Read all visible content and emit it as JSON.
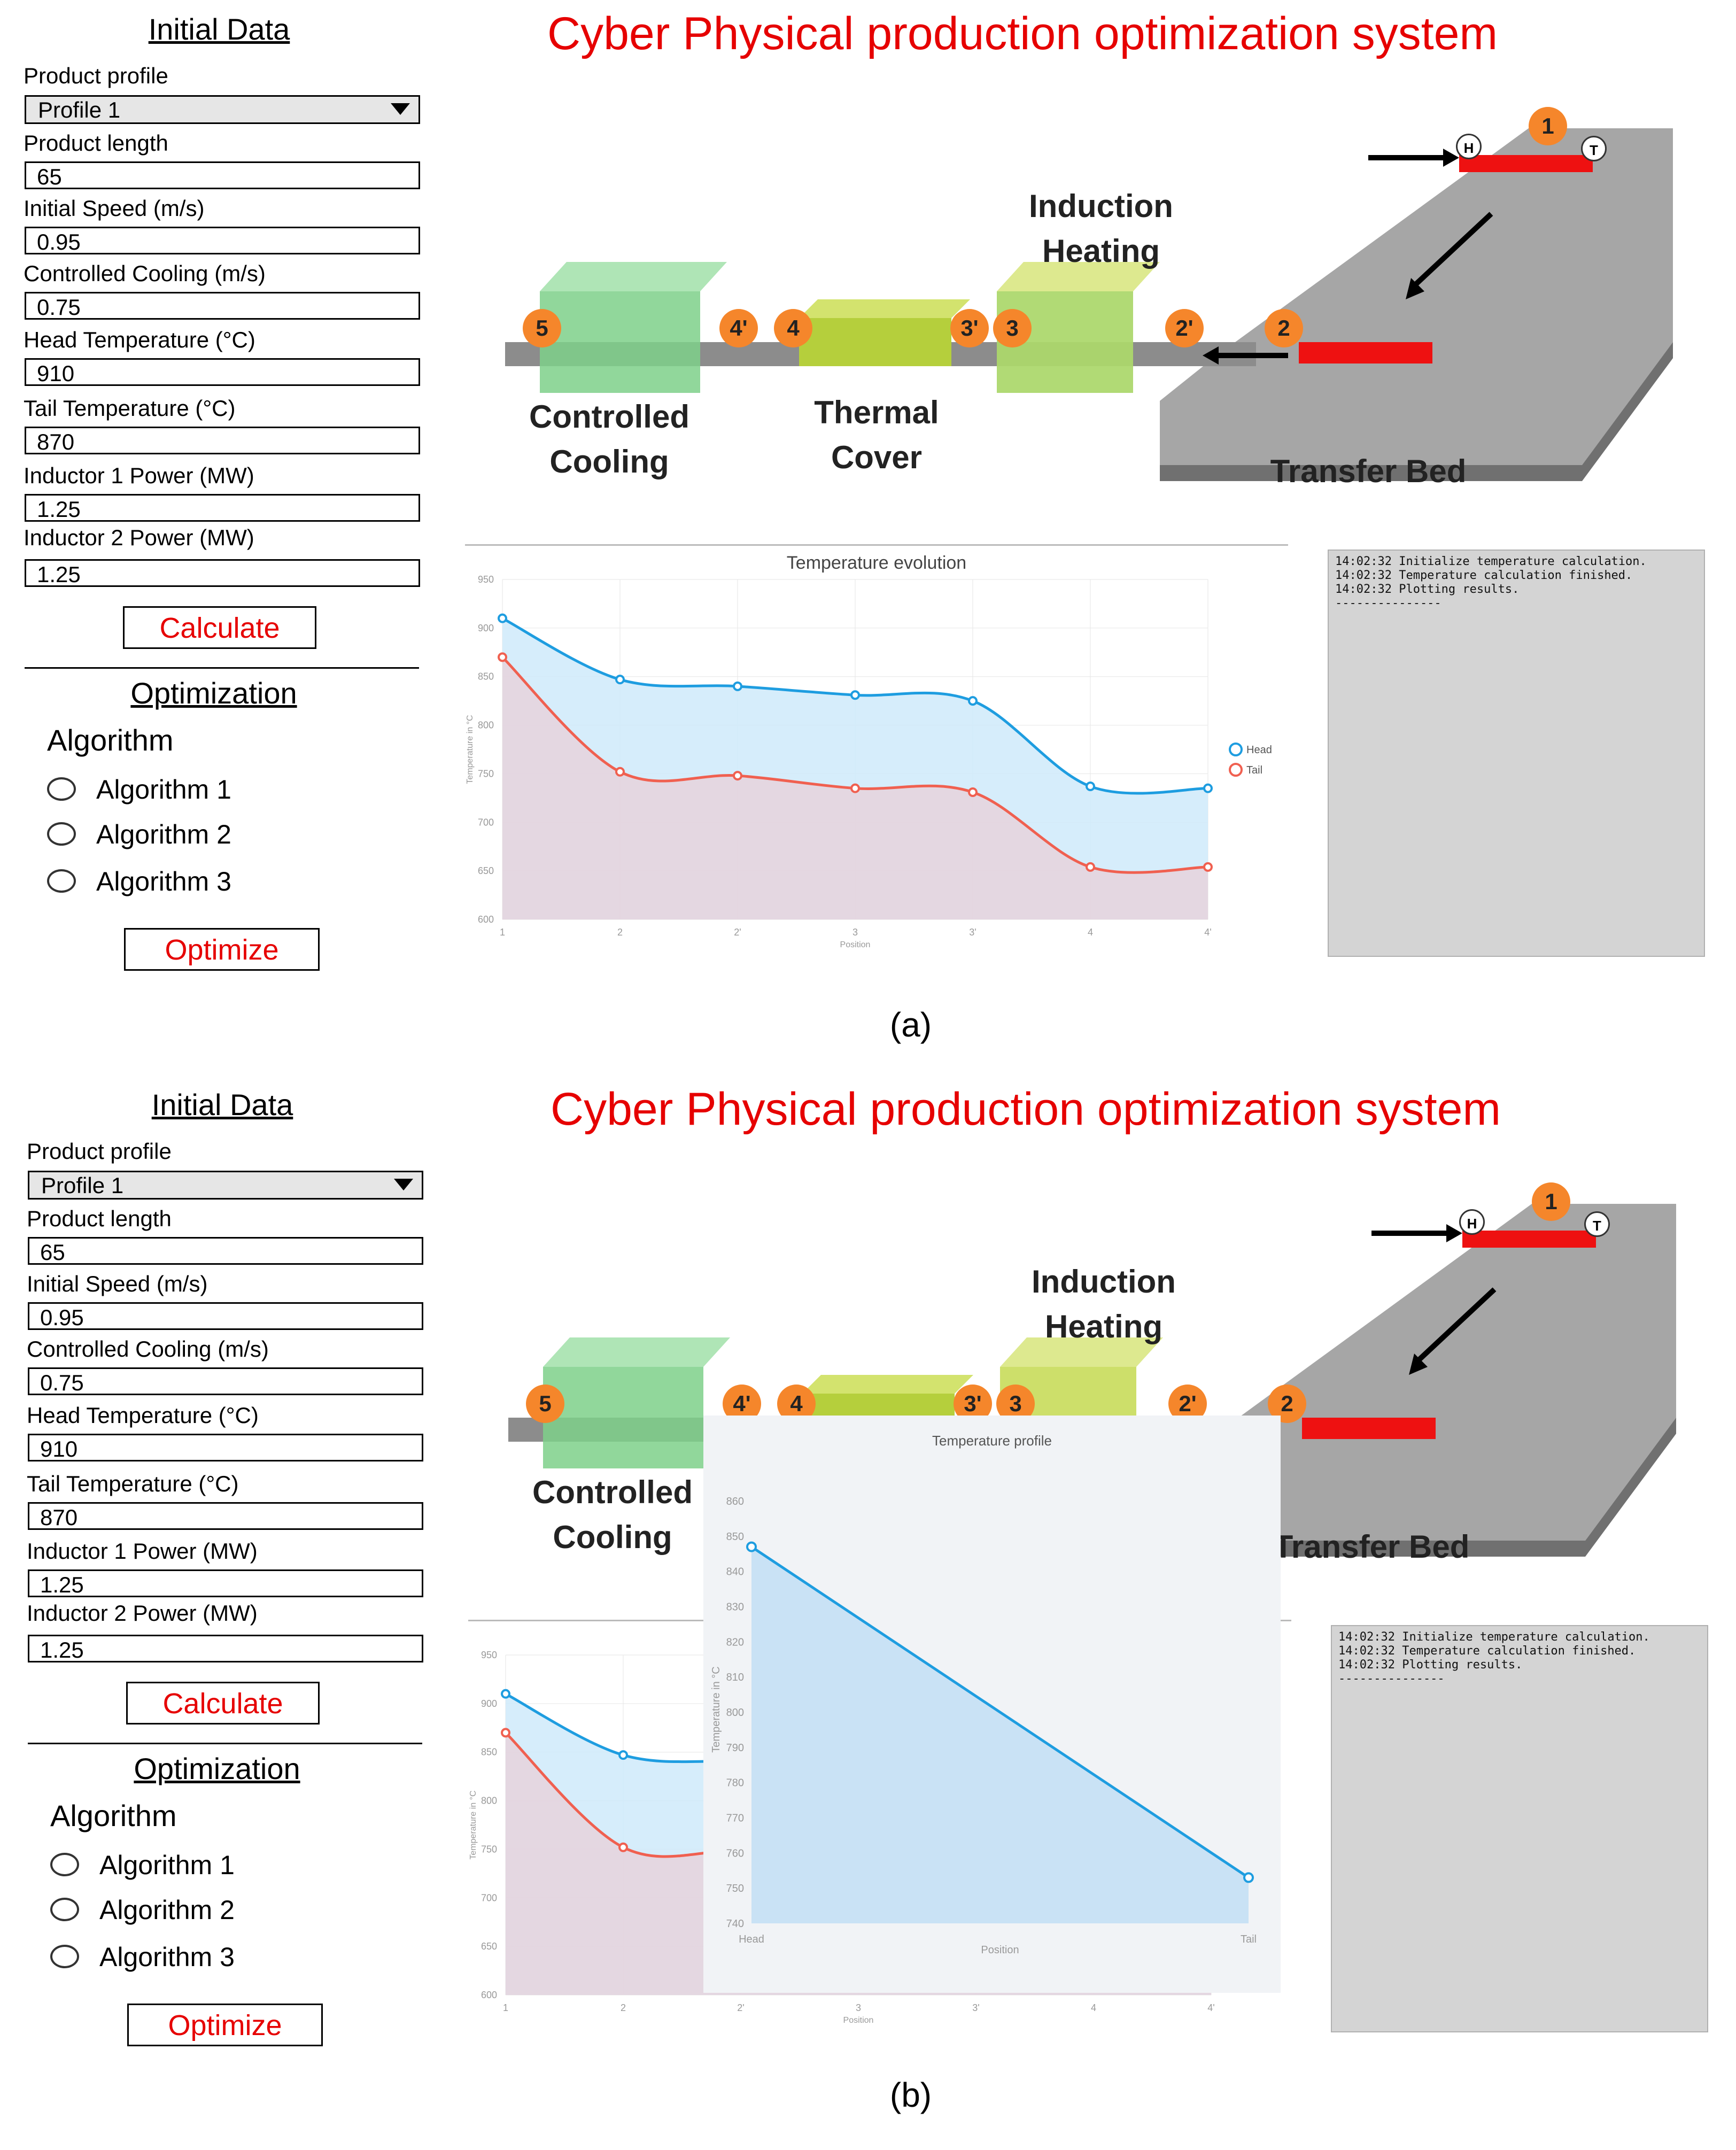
{
  "app_title": "Cyber Physical production optimization system",
  "initial_data": {
    "title": "Initial Data",
    "product_profile_label": "Product profile",
    "product_profile_value": "Profile 1",
    "product_length_label": "Product length",
    "product_length_value": "65",
    "initial_speed_label": "Initial Speed (m/s)",
    "initial_speed_value": "0.95",
    "controlled_cooling_label": "Controlled Cooling (m/s)",
    "controlled_cooling_value": "0.75",
    "head_temp_label": "Head Temperature (°C)",
    "head_temp_value": "910",
    "tail_temp_label": "Tail Temperature (°C)",
    "tail_temp_value": "870",
    "inductor1_label": "Inductor 1 Power (MW)",
    "inductor1_value": "1.25",
    "inductor2_label": "Inductor 2 Power (MW)",
    "inductor2_value": "1.25",
    "calculate_label": "Calculate"
  },
  "optimization": {
    "title": "Optimization",
    "algorithm_title": "Algorithm",
    "algorithms": [
      "Algorithm 1",
      "Algorithm 2",
      "Algorithm 3"
    ],
    "optimize_label": "Optimize"
  },
  "diagram": {
    "induction_heating": [
      "Induction",
      "Heating"
    ],
    "controlled_cooling": [
      "Controlled",
      "Cooling"
    ],
    "thermal_cover": [
      "Thermal",
      "Cover"
    ],
    "transfer_bed": "Transfer Bed",
    "badges": [
      "1",
      "2",
      "2'",
      "3",
      "3'",
      "4",
      "4'",
      "5"
    ],
    "head_marker": "H",
    "tail_marker": "T",
    "colors": {
      "bed": "#a6a6a6",
      "product": "#ee1111",
      "badge": "#f5862b",
      "cooling": "#7ed08a",
      "heating": "#c8dc5a",
      "cover": "#b5cf3c"
    }
  },
  "log": {
    "lines": [
      "14:02:32 Initialize temperature calculation.",
      "14:02:32 Temperature calculation finished.",
      "14:02:32 Plotting results.",
      "---------------"
    ]
  },
  "captions": {
    "a": "(a)",
    "b": "(b)"
  },
  "chart_data": [
    {
      "type": "line",
      "title": "Temperature evolution",
      "xlabel": "Position",
      "ylabel": "Temperature in °C",
      "categories": [
        "1",
        "2",
        "2'",
        "3",
        "3'",
        "4",
        "4'"
      ],
      "ylim": [
        600,
        950
      ],
      "yticks": [
        "600",
        "650",
        "700",
        "750",
        "800",
        "850",
        "900",
        "950"
      ],
      "series": [
        {
          "name": "Head",
          "color": "#1e9de0",
          "fill": "#cfeafa",
          "values": [
            910,
            847,
            840,
            831,
            825,
            737,
            735
          ]
        },
        {
          "name": "Tail",
          "color": "#f06050",
          "fill": "#e6d2dc",
          "values": [
            870,
            752,
            748,
            735,
            731,
            654,
            654
          ]
        }
      ],
      "legend_position": "right",
      "grid": true
    },
    {
      "type": "area",
      "title": "Temperature profile",
      "xlabel": "Position",
      "ylabel": "Temperature in °C",
      "categories": [
        "Head",
        "Tail"
      ],
      "ylim": [
        740,
        860
      ],
      "yticks": [
        "740",
        "750",
        "760",
        "770",
        "780",
        "790",
        "800",
        "810",
        "820",
        "830",
        "840",
        "850",
        "860"
      ],
      "series": [
        {
          "color": "#1e9de0",
          "fill": "#c9e2f5",
          "values": [
            847,
            753
          ]
        }
      ],
      "grid": false
    }
  ]
}
